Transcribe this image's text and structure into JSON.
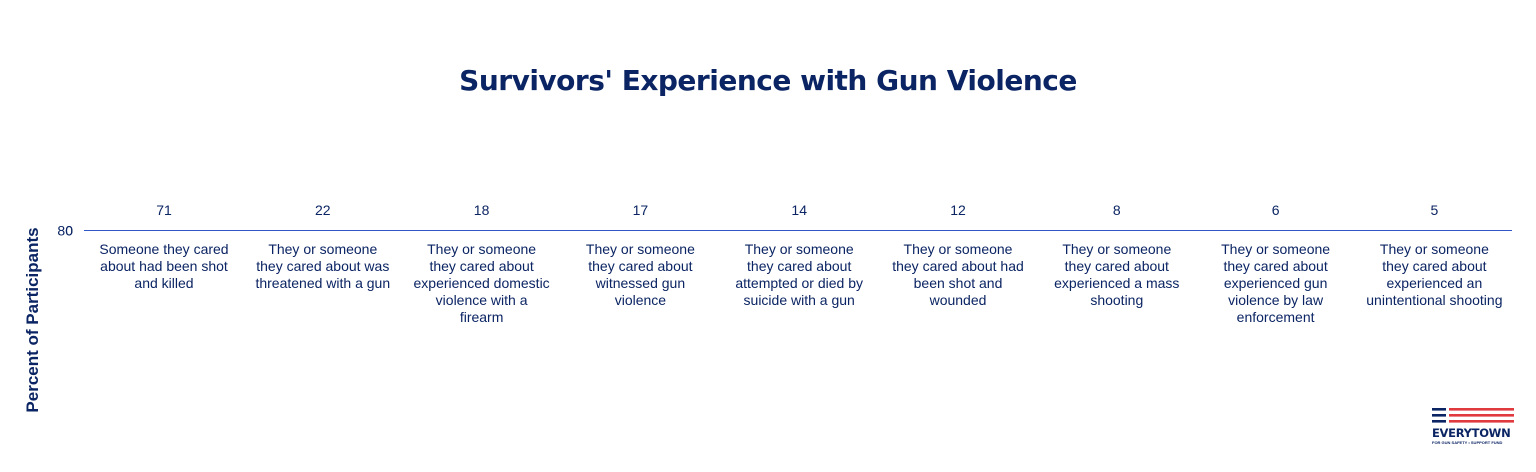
{
  "chart_data": {
    "type": "bar",
    "title": "Survivors' Experience with Gun Violence",
    "ylabel": "Percent of Participants",
    "xlabel": "",
    "ylim": [
      0,
      80
    ],
    "yticks": [
      "0",
      "80"
    ],
    "grid": false,
    "categories": [
      "Someone they cared about had been shot and killed",
      "They or someone they cared about was threatened with a gun",
      "They or someone they cared about experienced domestic violence with a firearm",
      "They or someone they cared about witnessed gun violence",
      "They or someone they cared about attempted or died by suicide with a gun",
      "They or someone they cared about had been shot and wounded",
      "They or someone they cared about experienced a mass shooting",
      "They or someone they cared about experienced gun violence by law enforcement",
      "They or someone they cared about experienced an unintentional shooting"
    ],
    "values": [
      71,
      22,
      18,
      17,
      14,
      12,
      8,
      6,
      5
    ],
    "colors": {
      "text": "#0b2463",
      "axis": "#2f57c8",
      "logo_red": "#e03a3e",
      "logo_blue": "#0b2463"
    }
  },
  "logo": {
    "wordmark": "EVERYTOWN",
    "tagline": "FOR GUN SAFETY • SUPPORT FUND"
  }
}
